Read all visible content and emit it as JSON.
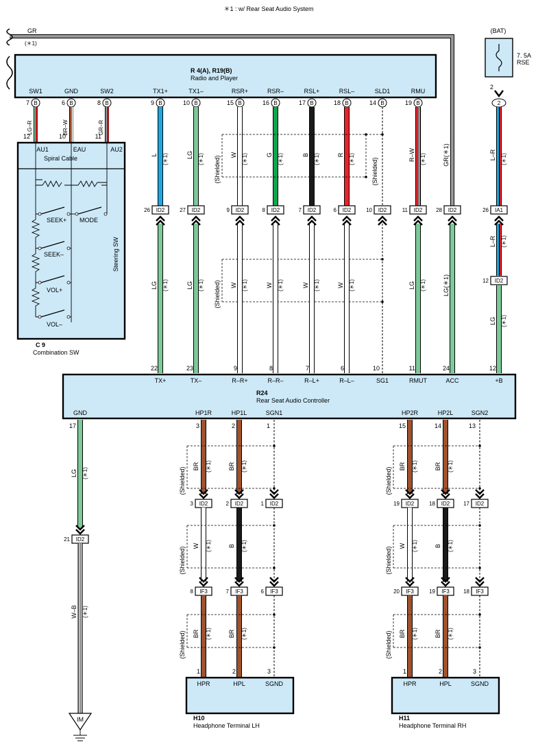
{
  "note": "＊1 : w/ Rear Seat Audio System",
  "top_wire": {
    "color": "GR",
    "mark": "(＊1)"
  },
  "bat": {
    "label": "(BAT)",
    "fuse": "7. 5A",
    "fuse_name": "RSE",
    "pin": "2",
    "conn": "2"
  },
  "radio": {
    "code": "R 4(A), R19(B)",
    "name": "Radio and Player",
    "pins": [
      {
        "label": "SW1",
        "num": "7",
        "conn": "B"
      },
      {
        "label": "GND",
        "num": "6",
        "conn": "B"
      },
      {
        "label": "SW2",
        "num": "8",
        "conn": "B"
      },
      {
        "label": "TX1+",
        "num": "9",
        "conn": "B"
      },
      {
        "label": "TX1–",
        "num": "10",
        "conn": "B"
      },
      {
        "label": "RSR+",
        "num": "15",
        "conn": "B"
      },
      {
        "label": "RSR–",
        "num": "16",
        "conn": "B"
      },
      {
        "label": "RSL+",
        "num": "17",
        "conn": "B"
      },
      {
        "label": "RSL–",
        "num": "18",
        "conn": "B"
      },
      {
        "label": "SLD1",
        "num": "14",
        "conn": "B"
      },
      {
        "label": "RMU",
        "num": "19",
        "conn": "B"
      }
    ]
  },
  "steering": {
    "code": "C 9",
    "name": "Combination SW",
    "side": "Steering SW",
    "spiral": "Spiral\nCable",
    "pins": [
      {
        "num": "12",
        "label": "AU1",
        "wire": "LG–R"
      },
      {
        "num": "10",
        "label": "EAU",
        "wire": "BR–W"
      },
      {
        "num": "11",
        "label": "AU2",
        "wire": "GR–R"
      }
    ],
    "switches": [
      "SEEK+",
      "MODE",
      "SEEK–",
      "VOL+",
      "VOL–"
    ]
  },
  "upper_wires": [
    {
      "code": "L",
      "mark": "(＊1)"
    },
    {
      "code": "LG",
      "mark": "(＊1)"
    },
    {
      "code": "W",
      "mark": "(＊1)"
    },
    {
      "code": "G",
      "mark": "(＊1)"
    },
    {
      "code": "B",
      "mark": "(＊1)"
    },
    {
      "code": "R",
      "mark": "(＊1)"
    },
    {
      "code": "R–W",
      "mark": "(＊1)"
    },
    {
      "code": "GR(＊1)",
      "mark": ""
    },
    {
      "code": "L–R",
      "mark": "(＊1)"
    }
  ],
  "id_row1": [
    {
      "num": "26",
      "conn": "ID2"
    },
    {
      "num": "27",
      "conn": "ID2"
    },
    {
      "num": "9",
      "conn": "ID2"
    },
    {
      "num": "8",
      "conn": "ID2"
    },
    {
      "num": "7",
      "conn": "ID2"
    },
    {
      "num": "6",
      "conn": "ID2"
    },
    {
      "num": "10",
      "conn": "ID2"
    },
    {
      "num": "11",
      "conn": "ID2"
    },
    {
      "num": "28",
      "conn": "ID2"
    },
    {
      "num": "26",
      "conn": "IA1"
    }
  ],
  "lower_wires": [
    {
      "code": "LG",
      "mark": "(＊1)"
    },
    {
      "code": "LG",
      "mark": "(＊1)"
    },
    {
      "code": "W",
      "mark": "(＊1)"
    },
    {
      "code": "W",
      "mark": "(＊1)"
    },
    {
      "code": "W",
      "mark": "(＊1)"
    },
    {
      "code": "W",
      "mark": "(＊1)"
    },
    {
      "code": "LG",
      "mark": "(＊1)"
    },
    {
      "code": "LG(＊1)",
      "mark": ""
    }
  ],
  "bat_lower": {
    "wire1": "L–R",
    "mark1": "(＊1)",
    "pin": "12",
    "conn": "ID2",
    "wire2": "LG",
    "mark2": "(＊1)"
  },
  "shielded": "(Shielded)",
  "rsac": {
    "code": "R24",
    "name": "Rear Seat Audio Controller",
    "top_pins": [
      {
        "num": "22",
        "label": "TX+"
      },
      {
        "num": "23",
        "label": "TX–"
      },
      {
        "num": "9",
        "label": "R–R+"
      },
      {
        "num": "8",
        "label": "R–R–"
      },
      {
        "num": "7",
        "label": "R–L+"
      },
      {
        "num": "6",
        "label": "R–L–"
      },
      {
        "num": "10",
        "label": "SG1"
      },
      {
        "num": "11",
        "label": "RMUT"
      },
      {
        "num": "24",
        "label": "ACC"
      },
      {
        "num": "12",
        "label": "+B"
      }
    ],
    "bottom_pins": [
      {
        "num": "17",
        "label": "GND"
      },
      {
        "num": "3",
        "label": "HP1R"
      },
      {
        "num": "2",
        "label": "HP1L"
      },
      {
        "num": "1",
        "label": "SGN1"
      },
      {
        "num": "15",
        "label": "HP2R"
      },
      {
        "num": "14",
        "label": "HP2L"
      },
      {
        "num": "13",
        "label": "SGN2"
      }
    ]
  },
  "gnd_branch": {
    "wire1": "LG",
    "mark1": "(＊1)",
    "pin": "21",
    "conn": "ID2",
    "wire2": "W–B",
    "mark2": "(＊1)",
    "ground": "IM"
  },
  "left_branch": {
    "wires1": [
      {
        "code": "BR",
        "mark": "(＊1)"
      },
      {
        "code": "BR",
        "mark": "(＊1)"
      }
    ],
    "id": [
      {
        "num": "3",
        "conn": "ID2"
      },
      {
        "num": "2",
        "conn": "ID2"
      },
      {
        "num": "1",
        "conn": "ID2"
      }
    ],
    "wires2": [
      {
        "code": "W",
        "mark": "(＊1)"
      },
      {
        "code": "B",
        "mark": "(＊1)"
      }
    ],
    "if": [
      {
        "num": "8",
        "conn": "IF3"
      },
      {
        "num": "7",
        "conn": "IF3"
      },
      {
        "num": "6",
        "conn": "IF3"
      }
    ],
    "wires3": [
      {
        "code": "BR",
        "mark": "(＊1)"
      },
      {
        "code": "BR",
        "mark": "(＊1)"
      }
    ],
    "pins": [
      {
        "num": "1",
        "label": "HPR"
      },
      {
        "num": "2",
        "label": "HPL"
      },
      {
        "num": "3",
        "label": "SGND"
      }
    ],
    "code": "H10",
    "name": "Headphone Terminal LH"
  },
  "right_branch": {
    "wires1": [
      {
        "code": "BR",
        "mark": "(＊1)"
      },
      {
        "code": "BR",
        "mark": "(＊1)"
      }
    ],
    "id": [
      {
        "num": "19",
        "conn": "ID2"
      },
      {
        "num": "18",
        "conn": "ID2"
      },
      {
        "num": "17",
        "conn": "ID2"
      }
    ],
    "wires2": [
      {
        "code": "W",
        "mark": "(＊1)"
      },
      {
        "code": "B",
        "mark": "(＊1)"
      }
    ],
    "if": [
      {
        "num": "20",
        "conn": "IF3"
      },
      {
        "num": "19",
        "conn": "IF3"
      },
      {
        "num": "18",
        "conn": "IF3"
      }
    ],
    "wires3": [
      {
        "code": "BR",
        "mark": "(＊1)"
      },
      {
        "code": "BR",
        "mark": "(＊1)"
      }
    ],
    "pins": [
      {
        "num": "1",
        "label": "HPR"
      },
      {
        "num": "2",
        "label": "HPL"
      },
      {
        "num": "3",
        "label": "SGND"
      }
    ],
    "code": "H11",
    "name": "Headphone Terminal RH"
  },
  "colors": {
    "box": "#cde9f8",
    "lg": "#7ec89a",
    "l": "#1ea7e1",
    "g": "#0aa64a",
    "b": "#1a1a1a",
    "r": "#e8232a",
    "br": "#a0522d",
    "gr": "#9a9a9a",
    "w": "#ffffff"
  }
}
